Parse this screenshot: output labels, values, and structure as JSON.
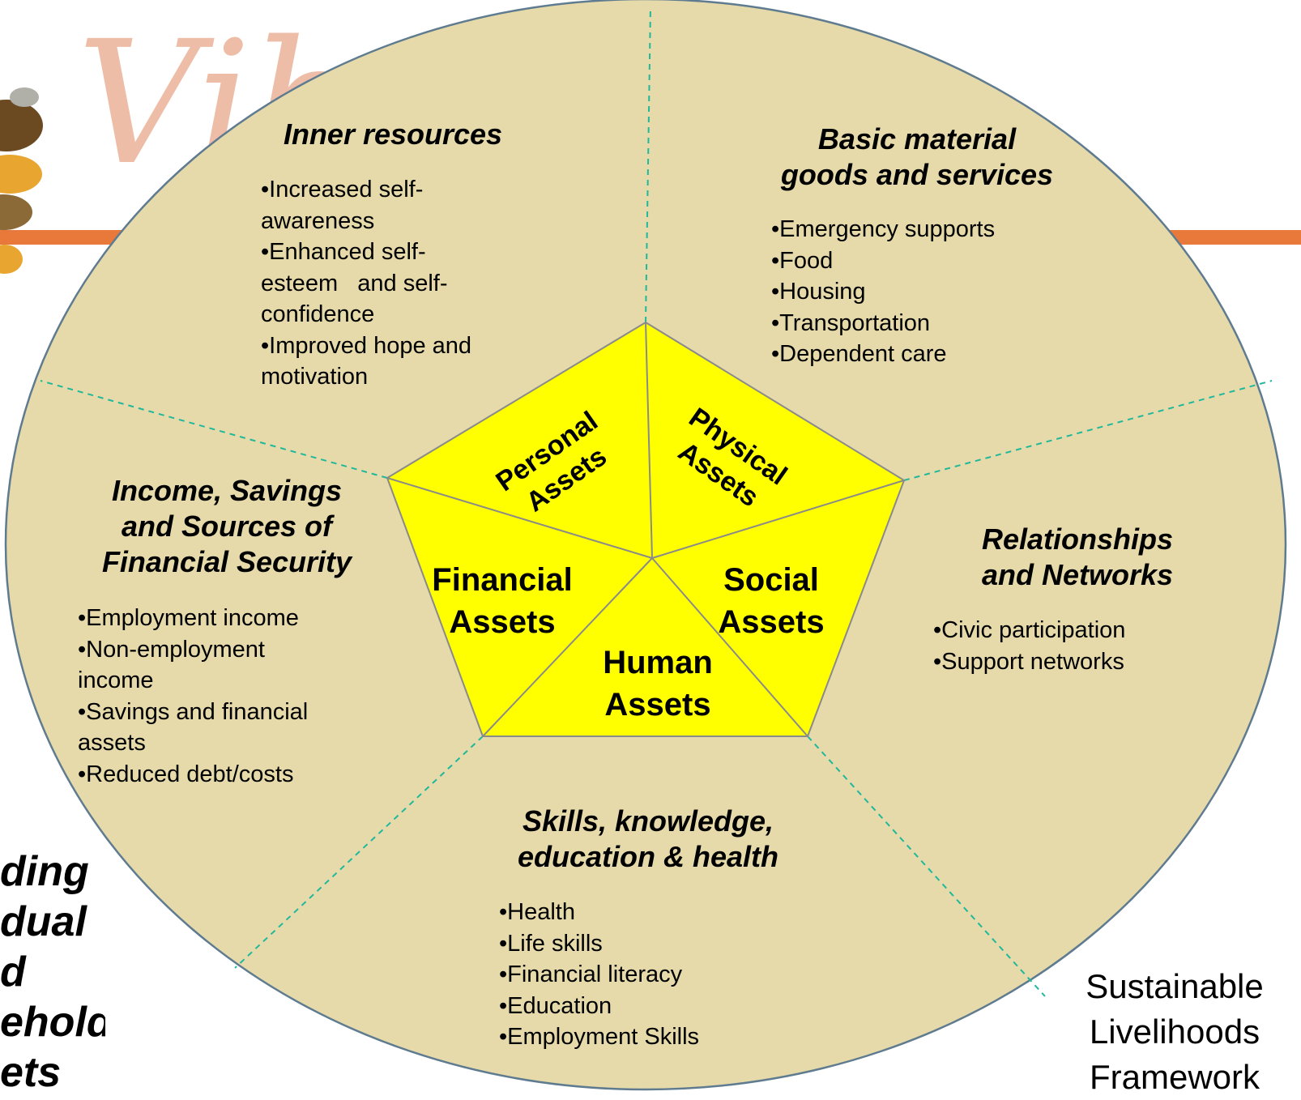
{
  "logo_text": "Vib",
  "background_text": {
    "lines": [
      "ding",
      "dual",
      "d",
      "ehold",
      "ets"
    ]
  },
  "caption": {
    "lines": [
      "Sustainable",
      "Livelihoods",
      "Framework"
    ]
  },
  "center": {
    "segments": [
      {
        "id": "personal",
        "lines": [
          "Personal",
          "Assets"
        ]
      },
      {
        "id": "physical",
        "lines": [
          "Physical",
          "Assets"
        ]
      },
      {
        "id": "financial",
        "lines": [
          "Financial",
          "Assets"
        ]
      },
      {
        "id": "social",
        "lines": [
          "Social",
          "Assets"
        ]
      },
      {
        "id": "human",
        "lines": [
          "Human",
          "Assets"
        ]
      }
    ]
  },
  "sections": {
    "inner": {
      "title": [
        "Inner resources"
      ],
      "items": [
        "•Increased self-",
        "awareness",
        "•Enhanced self-",
        "esteem   and self-",
        "confidence",
        "•Improved hope and",
        "motivation"
      ]
    },
    "basic": {
      "title": [
        "Basic material",
        "goods and services"
      ],
      "items": [
        "•Emergency supports",
        "•Food",
        "•Housing",
        "•Transportation",
        "•Dependent care"
      ]
    },
    "income": {
      "title": [
        "Income, Savings",
        "and Sources of",
        "Financial Security"
      ],
      "items": [
        "•Employment income",
        "•Non-employment",
        "income",
        "•Savings and financial",
        "assets",
        "•Reduced debt/costs"
      ]
    },
    "relationships": {
      "title": [
        "Relationships",
        "and Networks"
      ],
      "items": [
        "•Civic participation",
        "•Support networks"
      ]
    },
    "skills": {
      "title": [
        "Skills, knowledge,",
        "education & health"
      ],
      "items": [
        "•Health",
        "•Life skills",
        "•Financial literacy",
        "•Education",
        "•Employment Skills"
      ]
    }
  },
  "colors": {
    "circle_fill": "#E6DAAA",
    "circle_stroke": "#5F7B90",
    "pentagon_fill": "#FFFF00",
    "divider": "#1FB89A",
    "accent_bar": "#E8793A"
  }
}
